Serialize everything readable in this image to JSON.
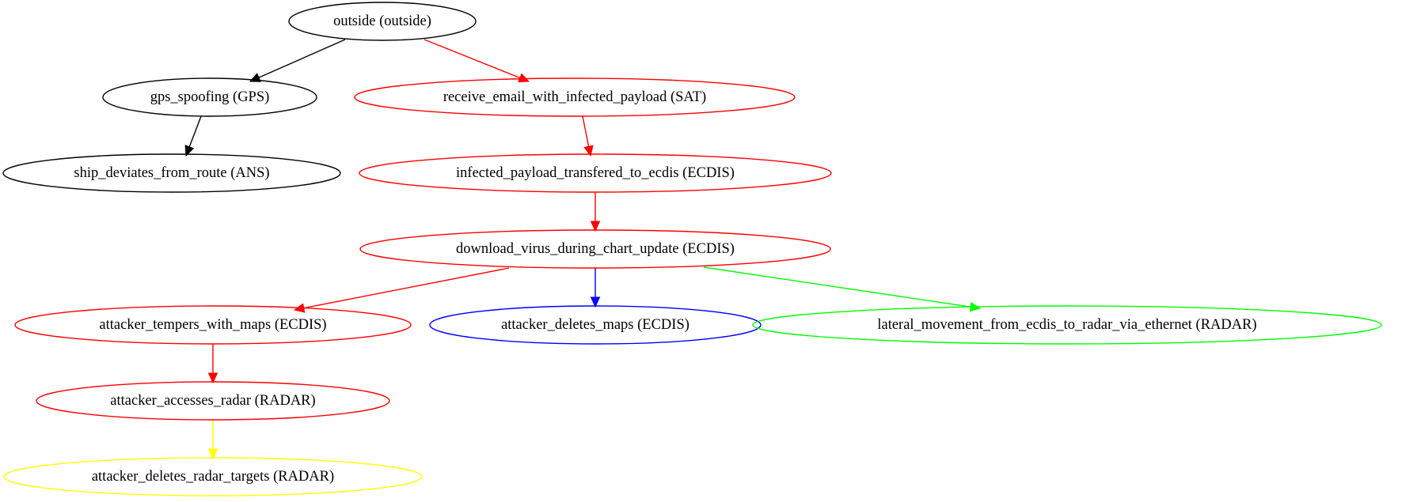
{
  "graph": {
    "colors": {
      "black": "#000000",
      "red": "#ff0000",
      "blue": "#0000ff",
      "green": "#00ff00",
      "yellow": "#ffff00"
    },
    "nodes": {
      "outside": {
        "label": "outside (outside)",
        "color": "#000000"
      },
      "gps_spoofing": {
        "label": "gps_spoofing (GPS)",
        "color": "#000000"
      },
      "receive_email": {
        "label": "receive_email_with_infected_payload (SAT)",
        "color": "#ff0000"
      },
      "ship_deviates": {
        "label": "ship_deviates_from_route (ANS)",
        "color": "#000000"
      },
      "infected_payload": {
        "label": "infected_payload_transfered_to_ecdis (ECDIS)",
        "color": "#ff0000"
      },
      "download_virus": {
        "label": "download_virus_during_chart_update (ECDIS)",
        "color": "#ff0000"
      },
      "tempers_maps": {
        "label": "attacker_tempers_with_maps (ECDIS)",
        "color": "#ff0000"
      },
      "deletes_maps": {
        "label": "attacker_deletes_maps (ECDIS)",
        "color": "#0000ff"
      },
      "lateral_movement": {
        "label": "lateral_movement_from_ecdis_to_radar_via_ethernet (RADAR)",
        "color": "#00ff00"
      },
      "accesses_radar": {
        "label": "attacker_accesses_radar (RADAR)",
        "color": "#ff0000"
      },
      "deletes_radar_targets": {
        "label": "attacker_deletes_radar_targets (RADAR)",
        "color": "#ffff00"
      }
    },
    "edges": [
      {
        "from": "outside",
        "to": "gps_spoofing",
        "color": "#000000"
      },
      {
        "from": "outside",
        "to": "receive_email",
        "color": "#ff0000"
      },
      {
        "from": "gps_spoofing",
        "to": "ship_deviates",
        "color": "#000000"
      },
      {
        "from": "receive_email",
        "to": "infected_payload",
        "color": "#ff0000"
      },
      {
        "from": "infected_payload",
        "to": "download_virus",
        "color": "#ff0000"
      },
      {
        "from": "download_virus",
        "to": "tempers_maps",
        "color": "#ff0000"
      },
      {
        "from": "download_virus",
        "to": "deletes_maps",
        "color": "#0000ff"
      },
      {
        "from": "download_virus",
        "to": "lateral_movement",
        "color": "#00ff00"
      },
      {
        "from": "tempers_maps",
        "to": "accesses_radar",
        "color": "#ff0000"
      },
      {
        "from": "accesses_radar",
        "to": "deletes_radar_targets",
        "color": "#ffff00"
      }
    ]
  }
}
